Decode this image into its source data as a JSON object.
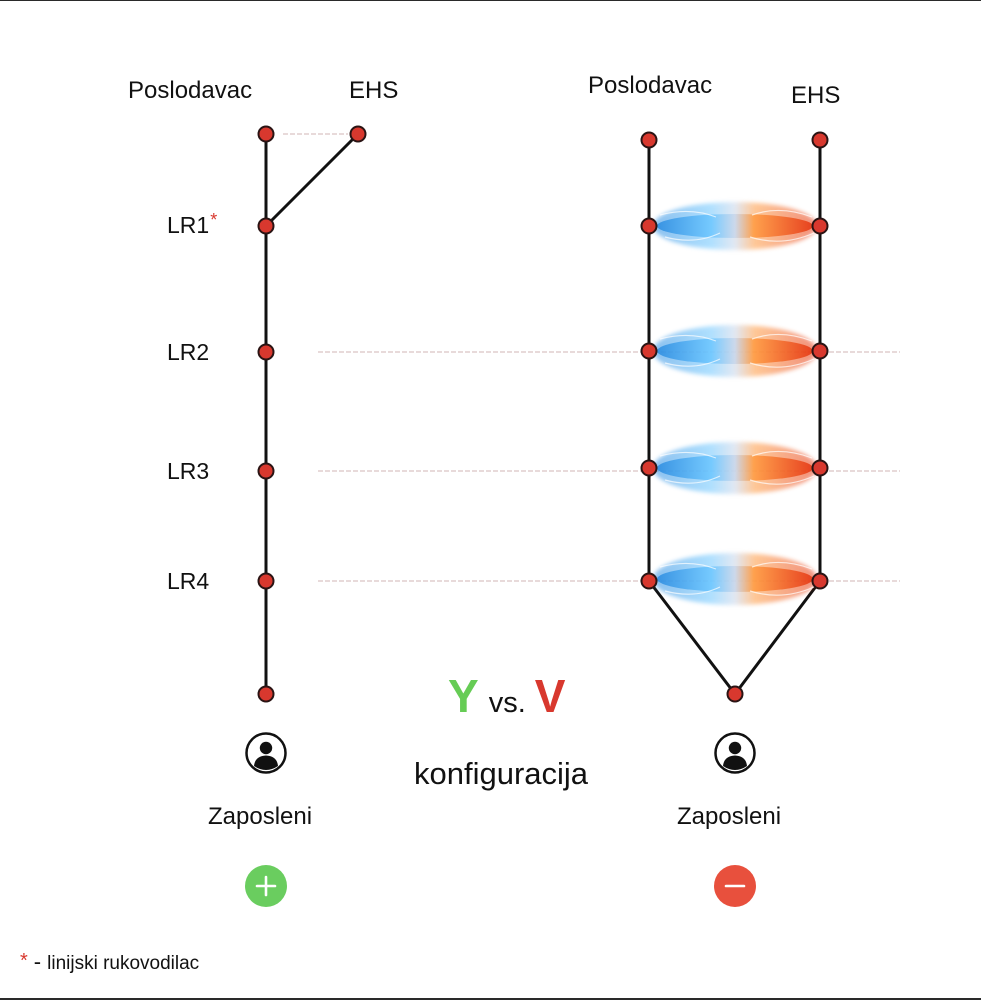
{
  "left_diagram": {
    "top_labels": {
      "employer": "Poslodavac",
      "ehs": "EHS"
    },
    "levels": [
      {
        "label": "LR1",
        "marker": "*"
      },
      {
        "label": "LR2"
      },
      {
        "label": "LR3"
      },
      {
        "label": "LR4"
      }
    ],
    "bottom_label": "Zaposleni",
    "rating_icon": "plus-circle-icon",
    "rating_color": "#6acd5f"
  },
  "right_diagram": {
    "top_labels": {
      "employer": "Poslodavac",
      "ehs": "EHS"
    },
    "bottom_label": "Zaposleni",
    "rating_icon": "minus-circle-icon",
    "rating_color": "#e8503d"
  },
  "center_title": {
    "letter_left": "Y",
    "letter_left_color": "#66cc55",
    "connector": "vs.",
    "letter_right": "V",
    "letter_right_color": "#d8382e",
    "subtitle": "konfiguracija"
  },
  "footnote": {
    "marker": "*",
    "dash": "-",
    "text": "linijski rukovodilac"
  },
  "colors": {
    "node_fill": "#d8382e",
    "line": "#111111",
    "guide_line": "#d9c4c4",
    "clash_cold": "#3aa0e8",
    "clash_hot": "#f05a1e"
  }
}
